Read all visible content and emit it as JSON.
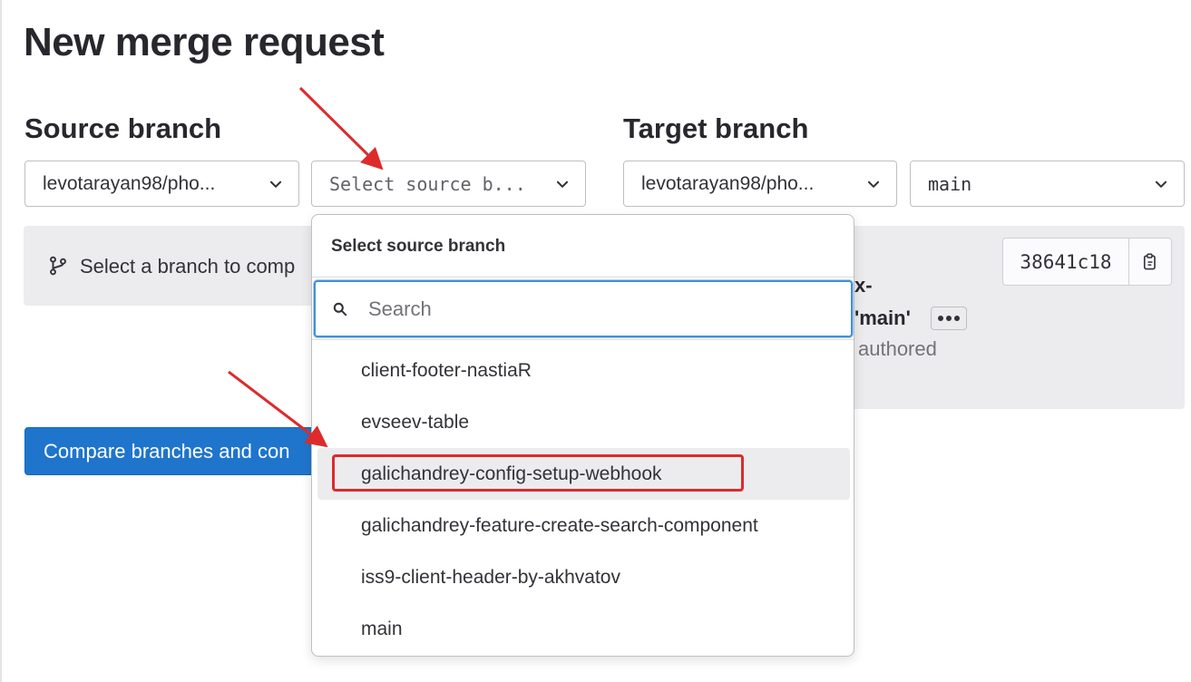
{
  "page": {
    "title": "New merge request"
  },
  "source": {
    "label": "Source branch",
    "project_value": "levotarayan98/pho...",
    "branch_placeholder": "Select source b..."
  },
  "target": {
    "label": "Target branch",
    "project_value": "levotarayan98/pho...",
    "branch_value": "main"
  },
  "info": {
    "message": "Select a branch to comp",
    "sha": "38641c18",
    "commit_frag1": "x-",
    "commit_frag2": "'main'",
    "commit_frag3": "authored"
  },
  "compare_button": {
    "label": "Compare branches and con"
  },
  "dropdown_menu": {
    "header": "Select source branch",
    "search_placeholder": "Search",
    "items": [
      "client-footer-nastiaR",
      "evseev-table",
      "galichandrey-config-setup-webhook",
      "galichandrey-feature-create-search-component",
      "iss9-client-header-by-akhvatov",
      "main"
    ],
    "highlighted_index": 2
  },
  "colors": {
    "primary": "#1f75cb",
    "focus": "#428fdc",
    "annotation": "#dd2b2b",
    "panel": "#ececef"
  }
}
